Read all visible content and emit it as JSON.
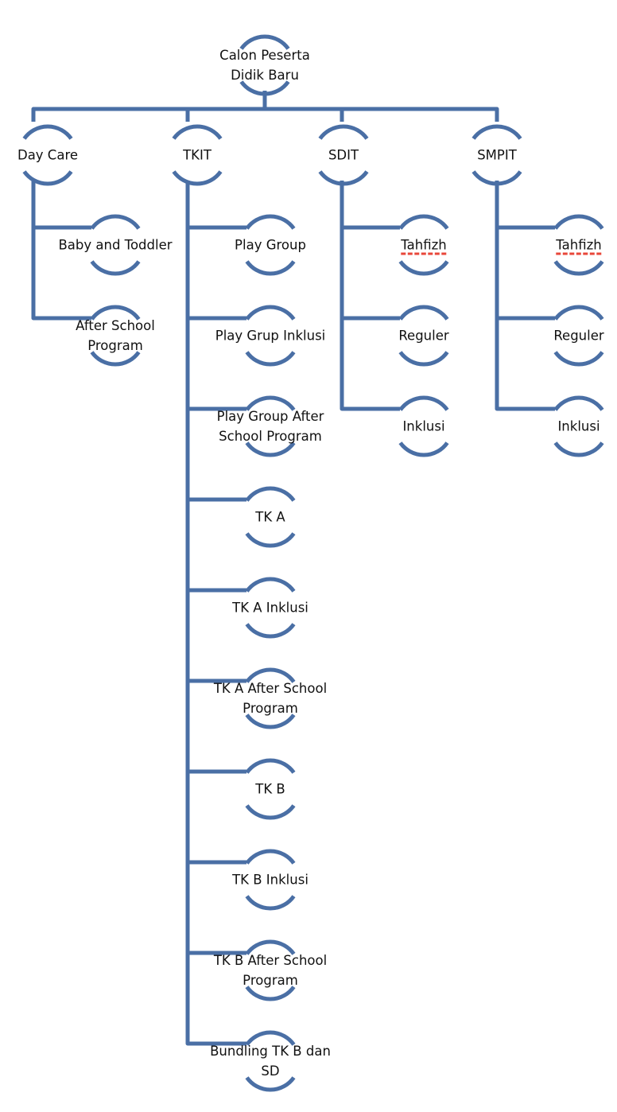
{
  "diagram": {
    "title": "Calon Peserta Didik Baru",
    "line_color": "#4a6fa5",
    "spellcheck_color": "#e8473a",
    "root": {
      "id": "root",
      "label": "Calon Peserta\nDidik Baru"
    },
    "branches": [
      {
        "id": "day-care",
        "label": "Day Care",
        "children": [
          {
            "label": "Baby and Toddler"
          },
          {
            "label": "After School\nProgram"
          }
        ]
      },
      {
        "id": "tkit",
        "label": "TKIT",
        "children": [
          {
            "label": "Play Group"
          },
          {
            "label": "Play Grup Inklusi"
          },
          {
            "label": "Play Group After\nSchool Program"
          },
          {
            "label": "TK A"
          },
          {
            "label": "TK A Inklusi"
          },
          {
            "label": "TK A After School\nProgram"
          },
          {
            "label": "TK B"
          },
          {
            "label": "TK B Inklusi"
          },
          {
            "label": "TK B After School\nProgram"
          },
          {
            "label": "Bundling TK B dan\nSD"
          }
        ]
      },
      {
        "id": "sdit",
        "label": "SDIT",
        "children": [
          {
            "label": "Tahfizh",
            "spellcheck": true
          },
          {
            "label": "Reguler"
          },
          {
            "label": "Inklusi"
          }
        ]
      },
      {
        "id": "smpit",
        "label": "SMPIT",
        "children": [
          {
            "label": "Tahfizh",
            "spellcheck": true
          },
          {
            "label": "Reguler"
          },
          {
            "label": "Inklusi"
          }
        ]
      }
    ]
  }
}
